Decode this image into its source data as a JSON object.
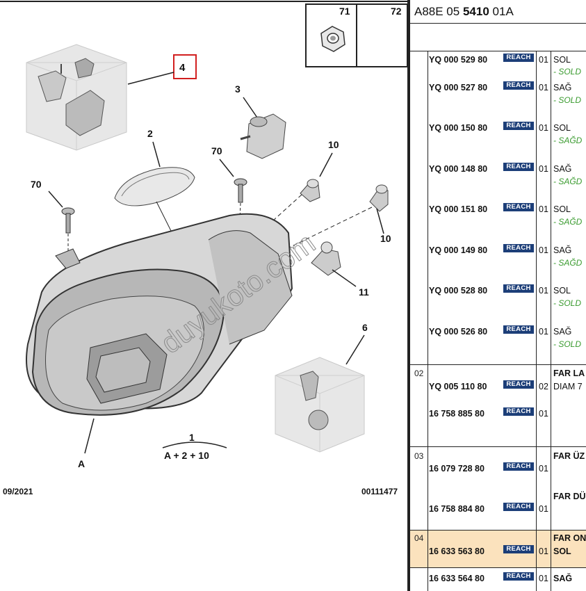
{
  "diagram": {
    "callouts": [
      "71",
      "72",
      "4",
      "3",
      "2",
      "70",
      "10",
      "70",
      "10",
      "11",
      "6",
      "1",
      "A",
      "A + 2 + 10"
    ],
    "date_code": "09/2021",
    "ref_code": "00111477",
    "watermark": "duyukoto.com"
  },
  "header": {
    "code_prefix": "A88E 05",
    "code_bold": "5410",
    "code_suffix": "01A"
  },
  "parts": [
    {
      "part": "YQ 000 529 80",
      "badge": "REACH",
      "qty": "01",
      "desc": "SOL",
      "note": "- SOLD"
    },
    {
      "part": "YQ 000 527 80",
      "badge": "REACH",
      "qty": "01",
      "desc": "SAĞ",
      "note": "- SOLD"
    },
    {
      "part": "YQ 000 150 80",
      "badge": "REACH",
      "qty": "01",
      "desc": "SOL",
      "note": "- SAĞD"
    },
    {
      "part": "YQ 000 148 80",
      "badge": "REACH",
      "qty": "01",
      "desc": "SAĞ",
      "note": "- SAĞD"
    },
    {
      "part": "YQ 000 151 80",
      "badge": "REACH",
      "qty": "01",
      "desc": "SOL",
      "note": "- SAĞD"
    },
    {
      "part": "YQ 000 149 80",
      "badge": "REACH",
      "qty": "01",
      "desc": "SAĞ",
      "note": "- SAĞD"
    },
    {
      "part": "YQ 000 528 80",
      "badge": "REACH",
      "qty": "01",
      "desc": "SOL",
      "note": "- SOLD"
    },
    {
      "part": "YQ 000 526 80",
      "badge": "REACH",
      "qty": "01",
      "desc": "SAĞ",
      "note": "- SOLD"
    }
  ],
  "group02": {
    "num": "02",
    "title": "FAR LA",
    "rows": [
      {
        "part": "YQ 005 110 80",
        "badge": "REACH",
        "qty": "02",
        "desc": "DIAM 7"
      },
      {
        "part": "16 758 885 80",
        "badge": "REACH",
        "qty": "01",
        "desc": ""
      }
    ]
  },
  "group03": {
    "num": "03",
    "title": "FAR ÜZ",
    "rows": [
      {
        "part": "16 079 728 80",
        "badge": "REACH",
        "qty": "01",
        "desc": ""
      },
      {
        "part": "16 758 884 80",
        "badge": "REACH",
        "qty": "01",
        "desc": "FAR DÜ"
      }
    ]
  },
  "group04": {
    "num": "04",
    "title": "FAR ON",
    "rows": [
      {
        "part": "16 633 563 80",
        "badge": "REACH",
        "qty": "01",
        "desc": "SOL"
      },
      {
        "part": "16 633 564 80",
        "badge": "REACH",
        "qty": "01",
        "desc": "SAĞ"
      }
    ]
  }
}
